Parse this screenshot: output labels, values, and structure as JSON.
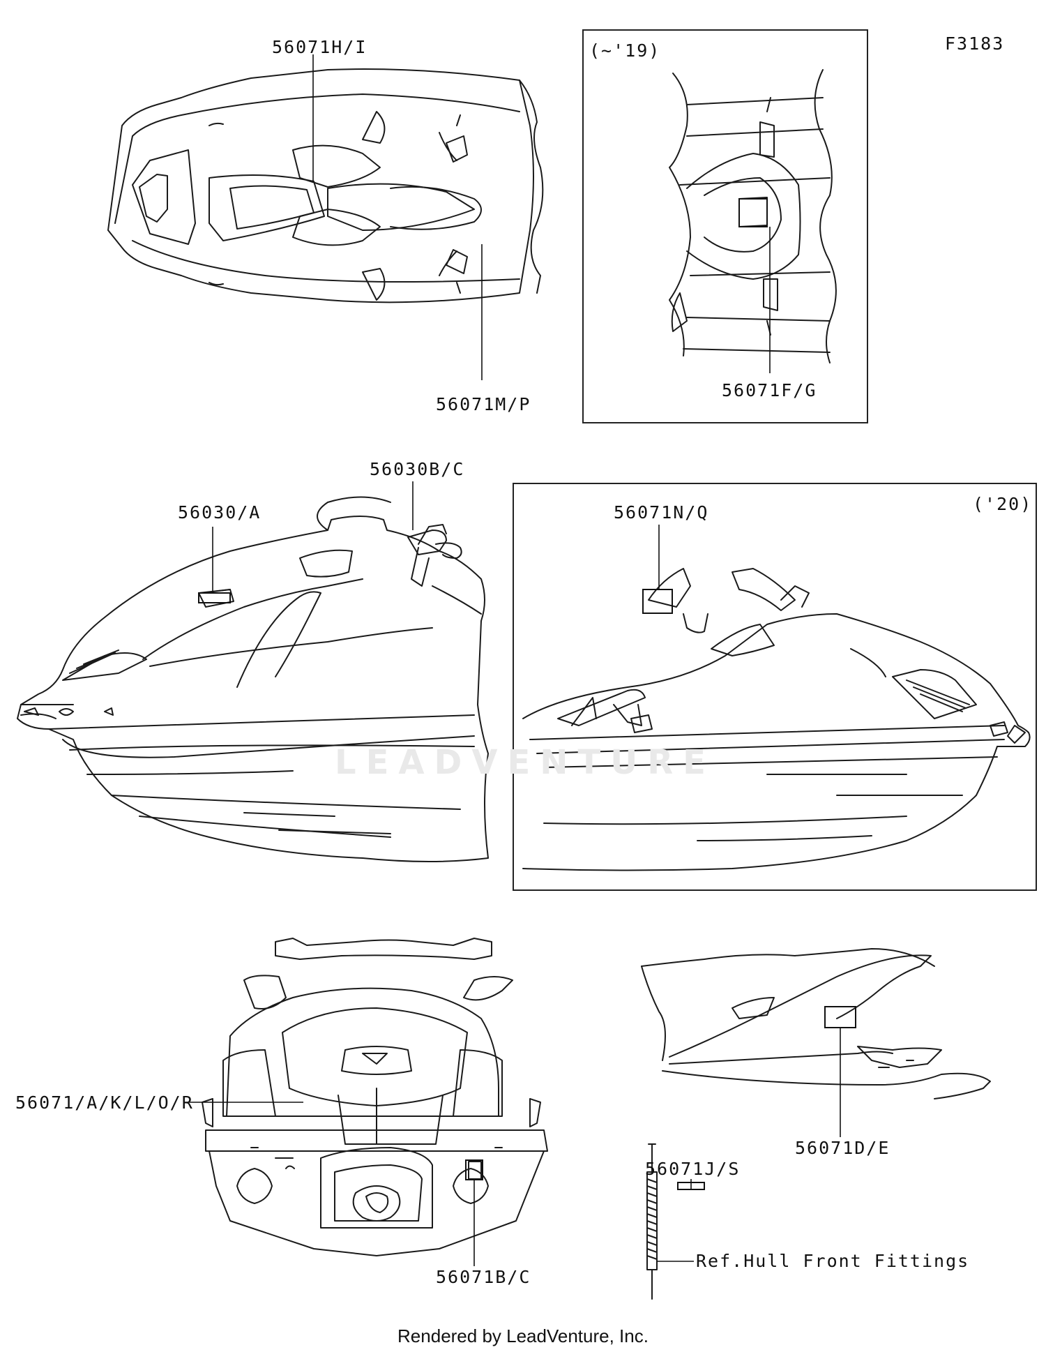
{
  "figure_id": "F3183",
  "panels": {
    "top_view": {
      "callouts": [
        "56071H/I",
        "56071M/P"
      ]
    },
    "early_models": {
      "note": "(~'19)",
      "callouts": [
        "56071F/G"
      ]
    },
    "side_view_left": {
      "callouts": [
        "56030/A",
        "56030B/C"
      ]
    },
    "late_models": {
      "note": "('20)",
      "callouts": [
        "56071N/Q"
      ]
    },
    "rear_view": {
      "callouts": [
        "56071/A/K/L/O/R",
        "56071B/C"
      ]
    },
    "hull_front": {
      "callouts": [
        "56071D/E",
        "56071J/S"
      ],
      "reference": "Ref.Hull Front Fittings"
    }
  },
  "watermark": "LEADVENTURE",
  "footer": "Rendered by LeadVenture, Inc."
}
